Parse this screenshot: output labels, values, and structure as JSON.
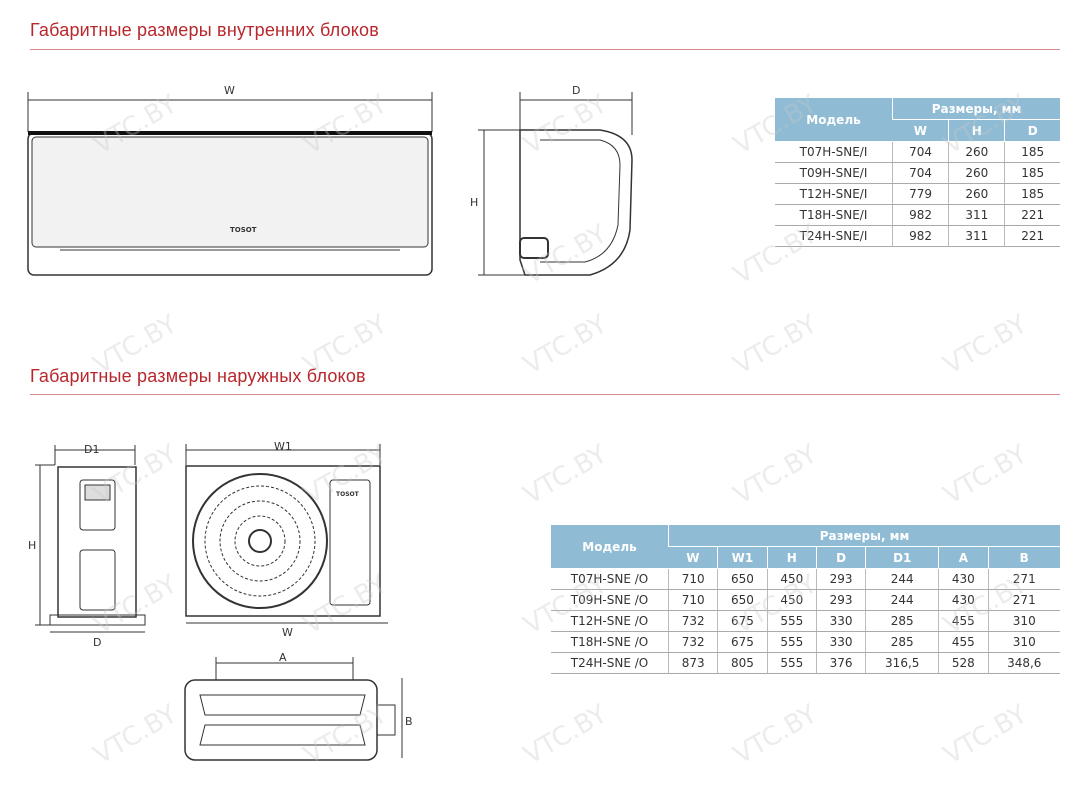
{
  "indoor": {
    "title": "Габаритные размеры внутренних блоков",
    "brand": "TOSOT",
    "labels": {
      "W": "W",
      "D": "D",
      "H": "H"
    },
    "table": {
      "model_header": "Модель",
      "dims_header": "Размеры, мм",
      "columns": [
        "W",
        "H",
        "D"
      ],
      "rows": [
        [
          "T07H-SNE/I",
          "704",
          "260",
          "185"
        ],
        [
          "T09H-SNE/I",
          "704",
          "260",
          "185"
        ],
        [
          "T12H-SNE/I",
          "779",
          "260",
          "185"
        ],
        [
          "T18H-SNE/I",
          "982",
          "311",
          "221"
        ],
        [
          "T24H-SNE/I",
          "982",
          "311",
          "221"
        ]
      ]
    }
  },
  "outdoor": {
    "title": "Габаритные размеры наружных блоков",
    "brand": "TOSOT",
    "labels": {
      "D1": "D1",
      "H": "H",
      "D": "D",
      "W1": "W1",
      "W": "W",
      "A": "A",
      "B": "B"
    },
    "table": {
      "model_header": "Модель",
      "dims_header": "Размеры, мм",
      "columns": [
        "W",
        "W1",
        "H",
        "D",
        "D1",
        "A",
        "B"
      ],
      "rows": [
        [
          "T07H-SNE /O",
          "710",
          "650",
          "450",
          "293",
          "244",
          "430",
          "271"
        ],
        [
          "T09H-SNE /O",
          "710",
          "650",
          "450",
          "293",
          "244",
          "430",
          "271"
        ],
        [
          "T12H-SNE /O",
          "732",
          "675",
          "555",
          "330",
          "285",
          "455",
          "310"
        ],
        [
          "T18H-SNE /O",
          "732",
          "675",
          "555",
          "330",
          "285",
          "455",
          "310"
        ],
        [
          "T24H-SNE /O",
          "873",
          "805",
          "555",
          "376",
          "316,5",
          "528",
          "348,6"
        ]
      ]
    }
  },
  "watermark": "VTC.BY"
}
